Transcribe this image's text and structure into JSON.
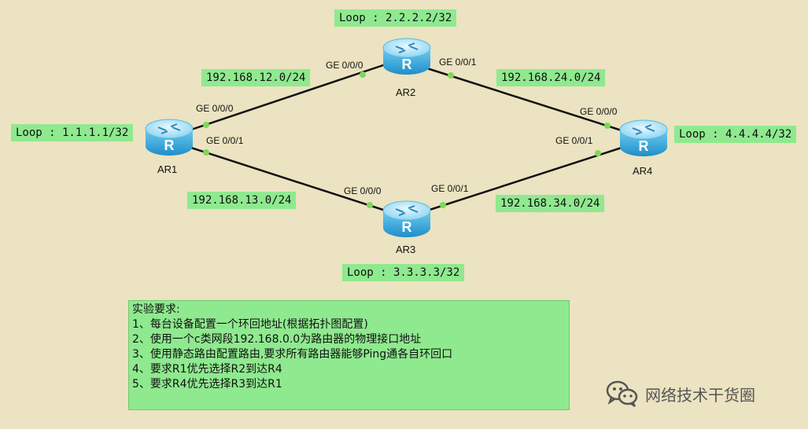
{
  "routers": [
    {
      "id": "ar1",
      "name": "AR1",
      "loopback": "Loop : 1.1.1.1/32"
    },
    {
      "id": "ar2",
      "name": "AR2",
      "loopback": "Loop : 2.2.2.2/32"
    },
    {
      "id": "ar3",
      "name": "AR3",
      "loopback": "Loop : 3.3.3.3/32"
    },
    {
      "id": "ar4",
      "name": "AR4",
      "loopback": "Loop : 4.4.4.4/32"
    }
  ],
  "links": [
    {
      "a": "AR1",
      "a_port": "GE 0/0/0",
      "b": "AR2",
      "b_port": "GE 0/0/0",
      "network": "192.168.12.0/24"
    },
    {
      "a": "AR1",
      "a_port": "GE 0/0/1",
      "b": "AR3",
      "b_port": "GE 0/0/0",
      "network": "192.168.13.0/24"
    },
    {
      "a": "AR2",
      "a_port": "GE 0/0/1",
      "b": "AR4",
      "b_port": "GE 0/0/0",
      "network": "192.168.24.0/24"
    },
    {
      "a": "AR3",
      "a_port": "GE 0/0/1",
      "b": "AR4",
      "b_port": "GE 0/0/1",
      "network": "192.168.34.0/24"
    }
  ],
  "router_glyph": "R",
  "requirements": {
    "title": "实验要求:",
    "items": [
      "1、每台设备配置一个环回地址(根据拓扑图配置)",
      "2、使用一个c类网段192.168.0.0为路由器的物理接口地址",
      "3、使用静态路由配置路由,要求所有路由器能够Ping通各自环回口",
      "4、要求R1优先选择R2到达R4",
      "5、要求R4优先选择R3到达R1"
    ]
  },
  "watermark": {
    "text": "网络技术干货圈",
    "icon": "wechat-icon"
  },
  "colors": {
    "background": "#ebe3c1",
    "label_bg": "#8fe98f",
    "port_dot": "#7ed957",
    "link": "#111111"
  }
}
